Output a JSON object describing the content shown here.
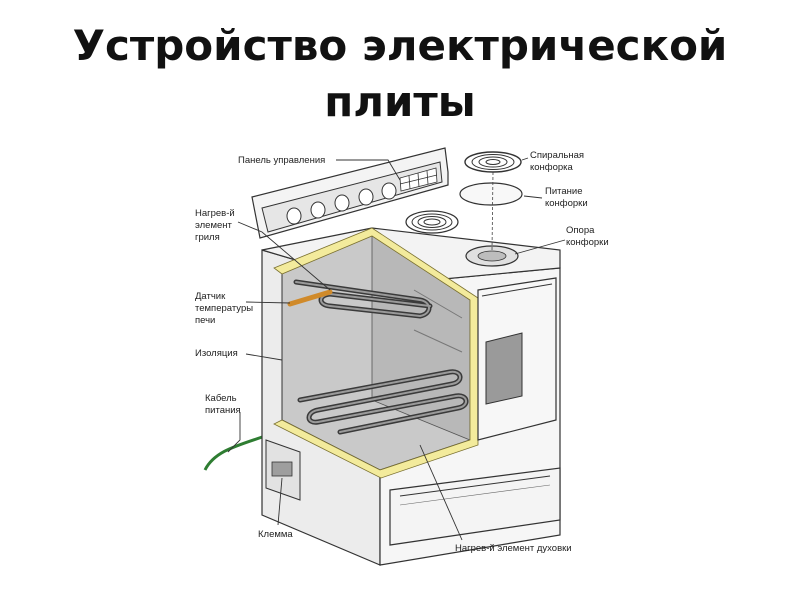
{
  "title": {
    "line1": "Устройство электрической",
    "line2": "плиты"
  },
  "labels": {
    "control_panel": "Панель управления",
    "spiral_burner": [
      "Спиральная",
      "конфорка"
    ],
    "burner_power": [
      "Питание",
      "конфорки"
    ],
    "burner_support": [
      "Опора",
      "конфорки"
    ],
    "grill_element": [
      "Нагрев-й",
      "элемент",
      "гриля"
    ],
    "temp_sensor": [
      "Датчик",
      "температуры",
      "печи"
    ],
    "insulation": "Изоляция",
    "power_cable": [
      "Кабель",
      "питания"
    ],
    "terminal": "Клемма",
    "oven_element": "Нагрев-й элемент духовки"
  },
  "colors": {
    "insulation": "#f3eb9c",
    "sensor": "#d08a2a",
    "line": "#333333",
    "stove_fill": "#f2f2f2",
    "interior": "#c9c9c9",
    "cable": "#2e7d32"
  }
}
